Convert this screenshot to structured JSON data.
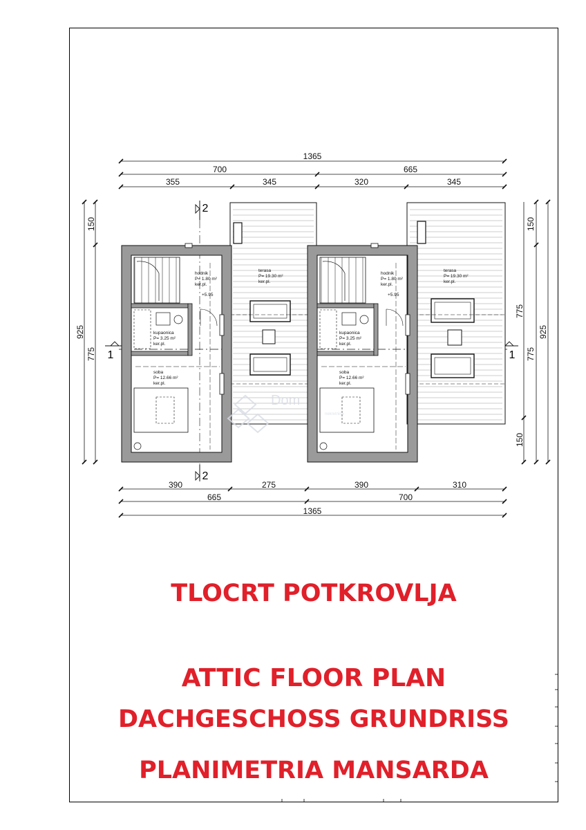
{
  "plan": {
    "top_dims": {
      "overall": "1365",
      "left_half": "700",
      "right_half": "665",
      "seg1": "355",
      "seg2": "345",
      "seg3": "320",
      "seg4": "345"
    },
    "bottom_dims": {
      "seg1": "390",
      "seg2": "275",
      "seg3": "390",
      "seg4": "310",
      "left_half": "665",
      "right_half": "700",
      "overall": "1365"
    },
    "left_dims": {
      "top": "150",
      "middle": "775",
      "overall": "925"
    },
    "right_dims": {
      "top": "150",
      "middle": "775",
      "bottom": "150",
      "overall": "925"
    },
    "section_marks": {
      "horizontal": "1",
      "vertical": "2"
    },
    "rooms": {
      "hallway": {
        "name": "hodnik",
        "area": "P= 1.80 m²",
        "floor": "ker.pl."
      },
      "bathroom": {
        "name": "kupaonica",
        "area": "P= 3.25 m²",
        "floor": "ker.pl."
      },
      "bedroom": {
        "name": "soba",
        "area": "P= 12.66 m²",
        "floor": "ker.pl."
      },
      "terrace": {
        "name": "terasa",
        "area": "P= 19.30 m²",
        "floor": "ker.pl."
      },
      "level": "+5.95"
    },
    "watermark": {
      "name": "Dom",
      "sub": "nekretnine"
    }
  },
  "titles": {
    "line1": "TLOCRT POTKROVLJA",
    "line2": "ATTIC FLOOR PLAN",
    "line3": "DACHGESCHOSS GRUNDRISS",
    "line4": "PLANIMETRIA MANSARDA"
  },
  "colors": {
    "title": "#e0202a",
    "wall": "#9a9a9a",
    "line": "#111111"
  }
}
